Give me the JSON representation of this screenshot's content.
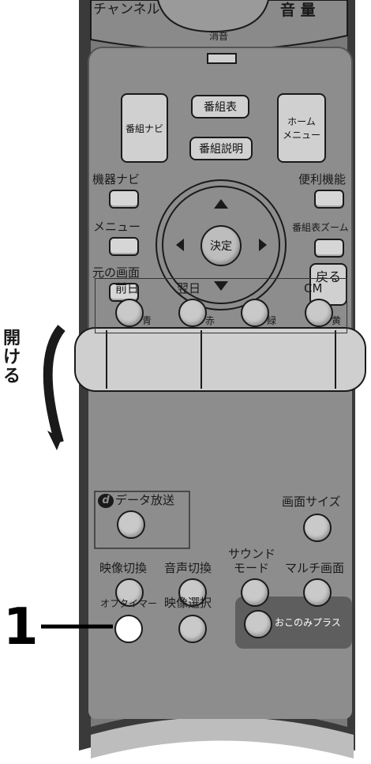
{
  "top": {
    "channel_label": "チャンネル",
    "volume_label": "音 量",
    "mute_label": "消音"
  },
  "nav_block": {
    "bangumi_navi": "番組ナビ",
    "program_guide": "番組表",
    "program_desc": "番組説明",
    "home_menu_line1": "ホーム",
    "home_menu_line2": "メニュー",
    "device_navi": "機器ナビ",
    "convenience": "便利機能",
    "menu": "メニュー",
    "guide_zoom": "番組表ズーム",
    "original_screen": "元の画面",
    "enter": "決定",
    "back": "戻る"
  },
  "open_label": [
    "開",
    "け",
    "る"
  ],
  "color_block": {
    "prev_day": "前日",
    "next_day": "翌日",
    "cm": "CM",
    "blue": "青",
    "red": "赤",
    "green": "緑",
    "yellow": "黄"
  },
  "data_block": {
    "data_broadcast": "データ放送",
    "screen_size": "画面サイズ"
  },
  "bottom_block": {
    "video_switch": "映像切換",
    "audio_switch": "音声切換",
    "sound_mode_line1": "サウンド",
    "sound_mode_line2": "モード",
    "multi_screen": "マルチ画面",
    "off_timer": "オフタイマー",
    "video_select": "映像選択",
    "okonomi_plus": "おこのみプラス"
  },
  "callout": {
    "number": "1"
  }
}
